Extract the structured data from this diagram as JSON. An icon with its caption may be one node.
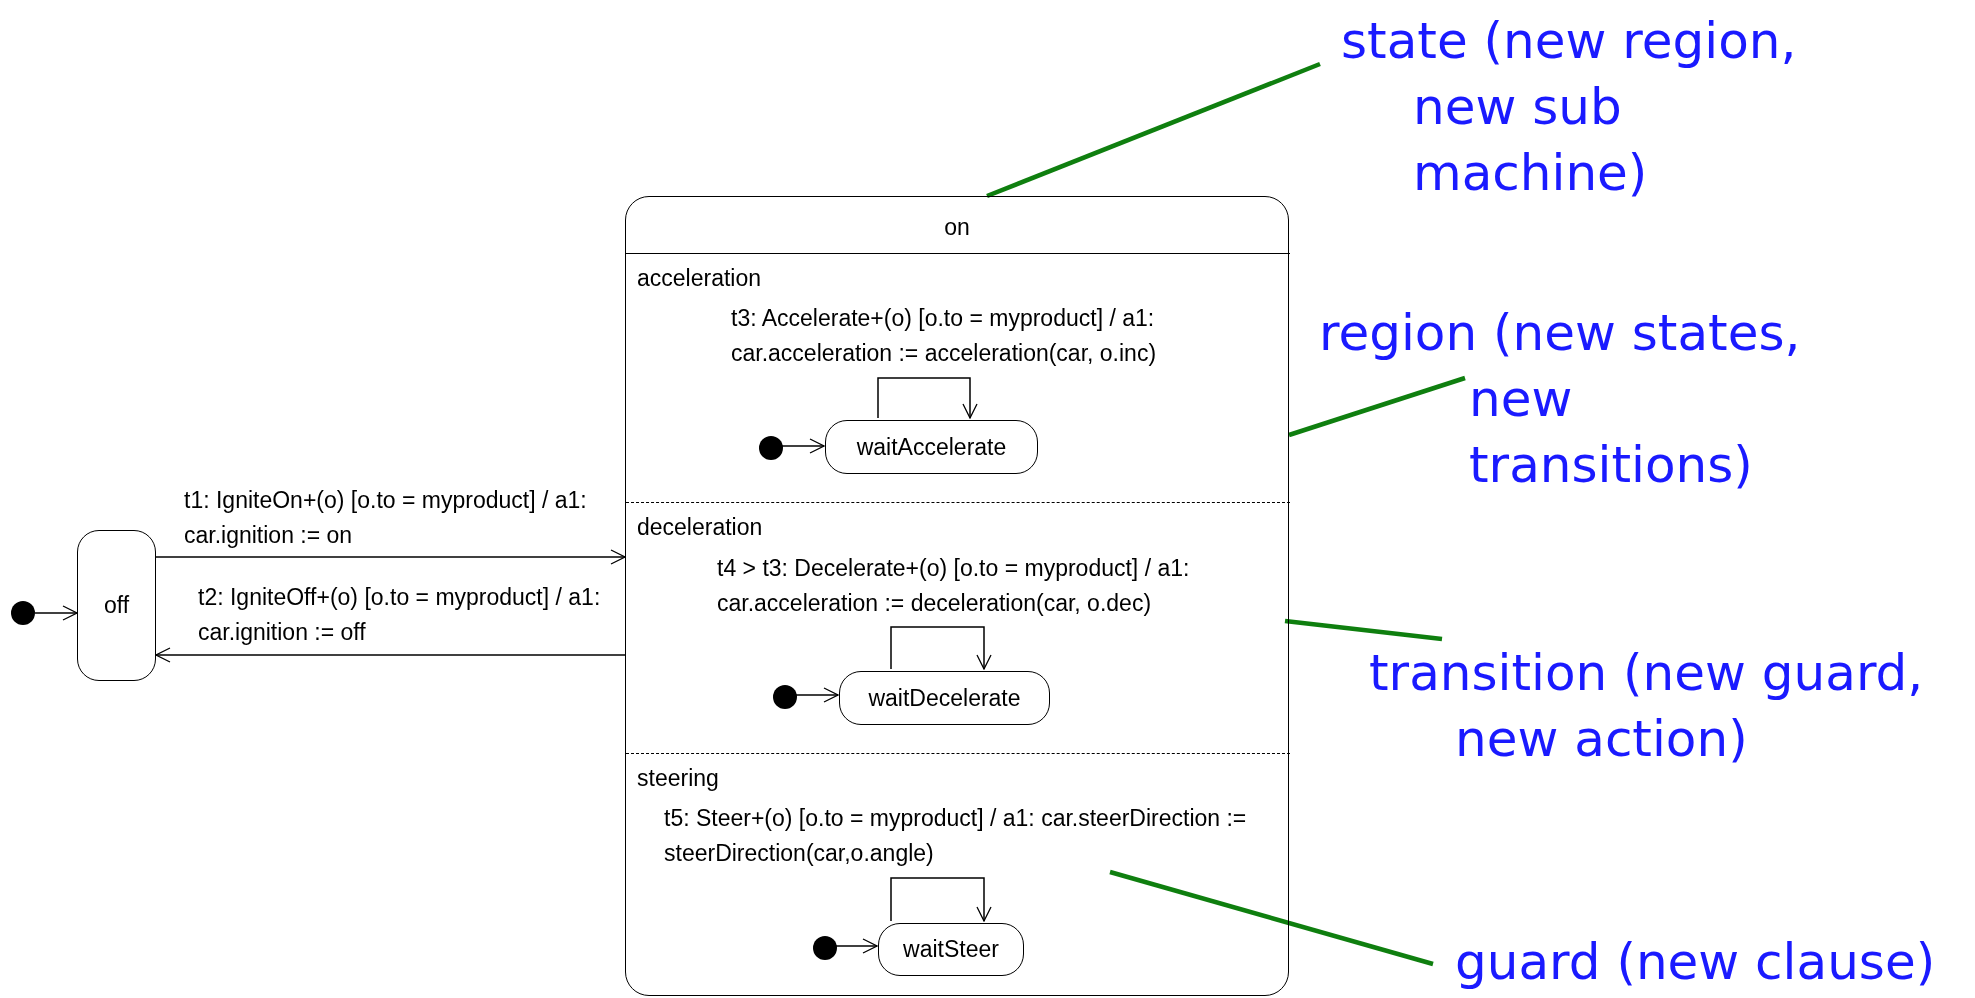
{
  "diagram": {
    "nodes": [
      {
        "text": [
          "off"
        ]
      },
      {
        "text": [],
        "shape": "circle"
      },
      {
        "text": [
          "on"
        ]
      },
      {
        "text": [
          "acceleration"
        ],
        "in": 2
      },
      {
        "text": [],
        "shape": "circle",
        "in": 3
      },
      {
        "text": [
          "waitAccelerate"
        ],
        "in": 3
      },
      {
        "text": [
          "deceleration"
        ],
        "in": 2
      },
      {
        "text": [],
        "shape": "circle",
        "in": 6
      },
      {
        "text": [
          "waitDecelerate"
        ],
        "in": 6
      },
      {
        "text": [
          "steering"
        ],
        "in": 2
      },
      {
        "text": [],
        "shape": "circle",
        "in": 9
      },
      {
        "text": [
          "waitSteer"
        ],
        "in": 9
      },
      {
        "text": [
          "state (new region, new sub machine)"
        ]
      },
      {
        "text": [
          "region (new states, new transitions)"
        ]
      },
      {
        "text": [
          "transition (new guard, new action)"
        ]
      },
      {
        "text": [
          "guard (new clause)"
        ]
      }
    ],
    "edges": [
      {
        "from": 1,
        "to": 0,
        "arrow": "to"
      },
      {
        "from": 0,
        "to": 2,
        "arrow": "to",
        "label": "t1: IgniteOn+(o) [o.to = myproduct] / a1: car.ignition := on"
      },
      {
        "from": 2,
        "to": 0,
        "arrow": "to",
        "label": "t2: IgniteOff+(o) [o.to = myproduct] / a1: car.ignition := off"
      },
      {
        "from": 4,
        "to": 5,
        "arrow": "to"
      },
      {
        "from": 5,
        "to": 5,
        "arrow": "to",
        "label": "t3: Accelerate+(o) [o.to = myproduct] / a1: car.acceleration := acceleration(car, o.inc)"
      },
      {
        "from": 7,
        "to": 8,
        "arrow": "to"
      },
      {
        "from": 8,
        "to": 8,
        "arrow": "to",
        "label": "t4 > t3: Decelerate+(o) [o.to = myproduct] / a1: car.acceleration := deceleration(car, o.dec)"
      },
      {
        "from": 10,
        "to": 11,
        "arrow": "to"
      },
      {
        "from": 11,
        "to": 11,
        "arrow": "to",
        "label": "t5: Steer+(o) [o.to = myproduct] / a1: car.steerDirection := steerDirection(car,o.angle)"
      },
      {
        "from": 12,
        "to": 2,
        "arrow": "none",
        "style": "thick",
        "color": "#0f7f0f"
      },
      {
        "from": 13,
        "to": 3,
        "arrow": "none",
        "style": "thick",
        "color": "#0f7f0f"
      },
      {
        "from": 14,
        "to": 6,
        "arrow": "none",
        "style": "thick",
        "color": "#0f7f0f"
      },
      {
        "from": 15,
        "to": 9,
        "arrow": "none",
        "style": "thick",
        "color": "#0f7f0f"
      }
    ]
  }
}
